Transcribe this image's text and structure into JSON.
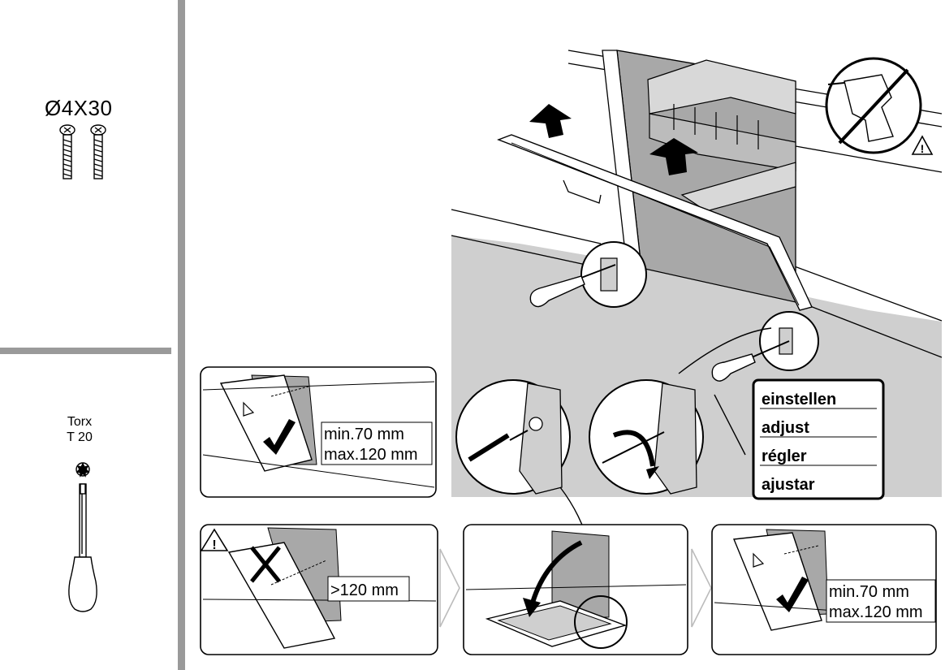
{
  "sidebar": {
    "screw_spec": "Ø4X30",
    "tool_name": "Torx",
    "tool_size": "T 20"
  },
  "main": {
    "adjust_labels": [
      "einstellen",
      "adjust",
      "régler",
      "ajustar"
    ]
  },
  "panels": {
    "correct_top": {
      "min_label": "min.70 mm",
      "max_label": "max.120 mm"
    },
    "too_large": {
      "gap_label": ">120 mm"
    },
    "correct_bottom": {
      "min_label": "min.70 mm",
      "max_label": "max.120 mm"
    }
  },
  "icons": {
    "no_drill": "no-power-drill-icon",
    "warning": "warning-triangle-icon",
    "check": "check-mark-icon",
    "cross": "cross-mark-icon",
    "next": "next-step-arrow-icon"
  },
  "colors": {
    "gray_fill": "#cfcfcf",
    "dark_gray": "#a8a8a8",
    "divider": "#9a9a9a"
  }
}
